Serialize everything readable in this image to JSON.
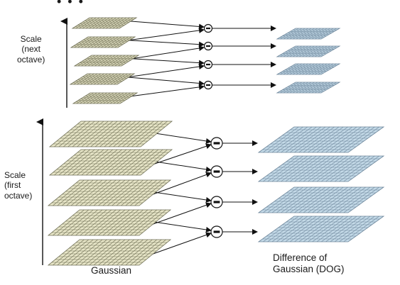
{
  "labels": {
    "ellipsis": "• • •",
    "scale_next_octave": "Scale\n(next\noctave)",
    "scale_first_octave": "Scale\n(first\noctave)",
    "gaussian": "Gaussian",
    "difference_of_gaussian": "Difference of\nGaussian (DOG)",
    "subtract_symbol": "−"
  },
  "colors": {
    "gaussian_fill": "#e8e6c8",
    "gaussian_grid": "#6a6a50",
    "dog_fill": "#c4dae8",
    "dog_grid": "#6b8499",
    "line": "#111111"
  },
  "octaves": [
    {
      "name": "next-octave",
      "gaussian_levels": 5,
      "dog_levels": 4
    },
    {
      "name": "first-octave",
      "gaussian_levels": 5,
      "dog_levels": 4
    }
  ]
}
